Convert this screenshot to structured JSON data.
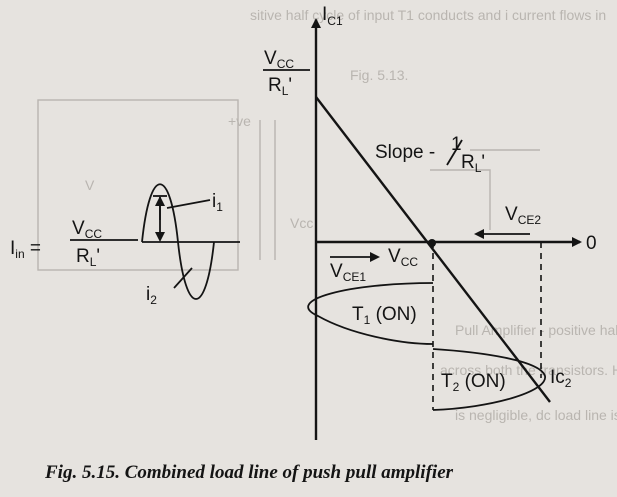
{
  "figure": {
    "ic1_label": "I",
    "ic1_sub": "C1",
    "vcc_over_rl": {
      "num": "V",
      "num_sub": "CC",
      "den": "R",
      "den_sub": "L",
      "den_prime": "'"
    },
    "slope_label": {
      "text": "Slope -",
      "num": "1",
      "den": "R",
      "den_sub": "L",
      "den_prime": "'"
    },
    "vce2_label": {
      "main": "V",
      "sub": "CE2"
    },
    "zero_label": "0",
    "vcc_label": {
      "main": "V",
      "sub": "CC"
    },
    "vce1_label": {
      "main": "V",
      "sub": "CE1"
    },
    "t1_label": {
      "main": "T",
      "sub": "1",
      "rest": " (ON)"
    },
    "t2_label": {
      "main": "T",
      "sub": "2",
      "rest": " (ON)"
    },
    "ic2_label": {
      "main": "Ic",
      "sub": "2"
    },
    "iin_label": {
      "lhs": "I",
      "lhs_sub": "in",
      "eq": " =",
      "num": "V",
      "num_sub": "CC",
      "den": "R",
      "den_sub": "L",
      "den_prime": "'"
    },
    "i1_label": {
      "main": "i",
      "sub": "1"
    },
    "i2_label": {
      "main": "i",
      "sub": "2"
    }
  },
  "caption": "Fig. 5.15. Combined load line of push pull amplifier",
  "colors": {
    "paper": "#e6e3df",
    "ink": "#141414",
    "showthrough": "#b9b5b0"
  }
}
